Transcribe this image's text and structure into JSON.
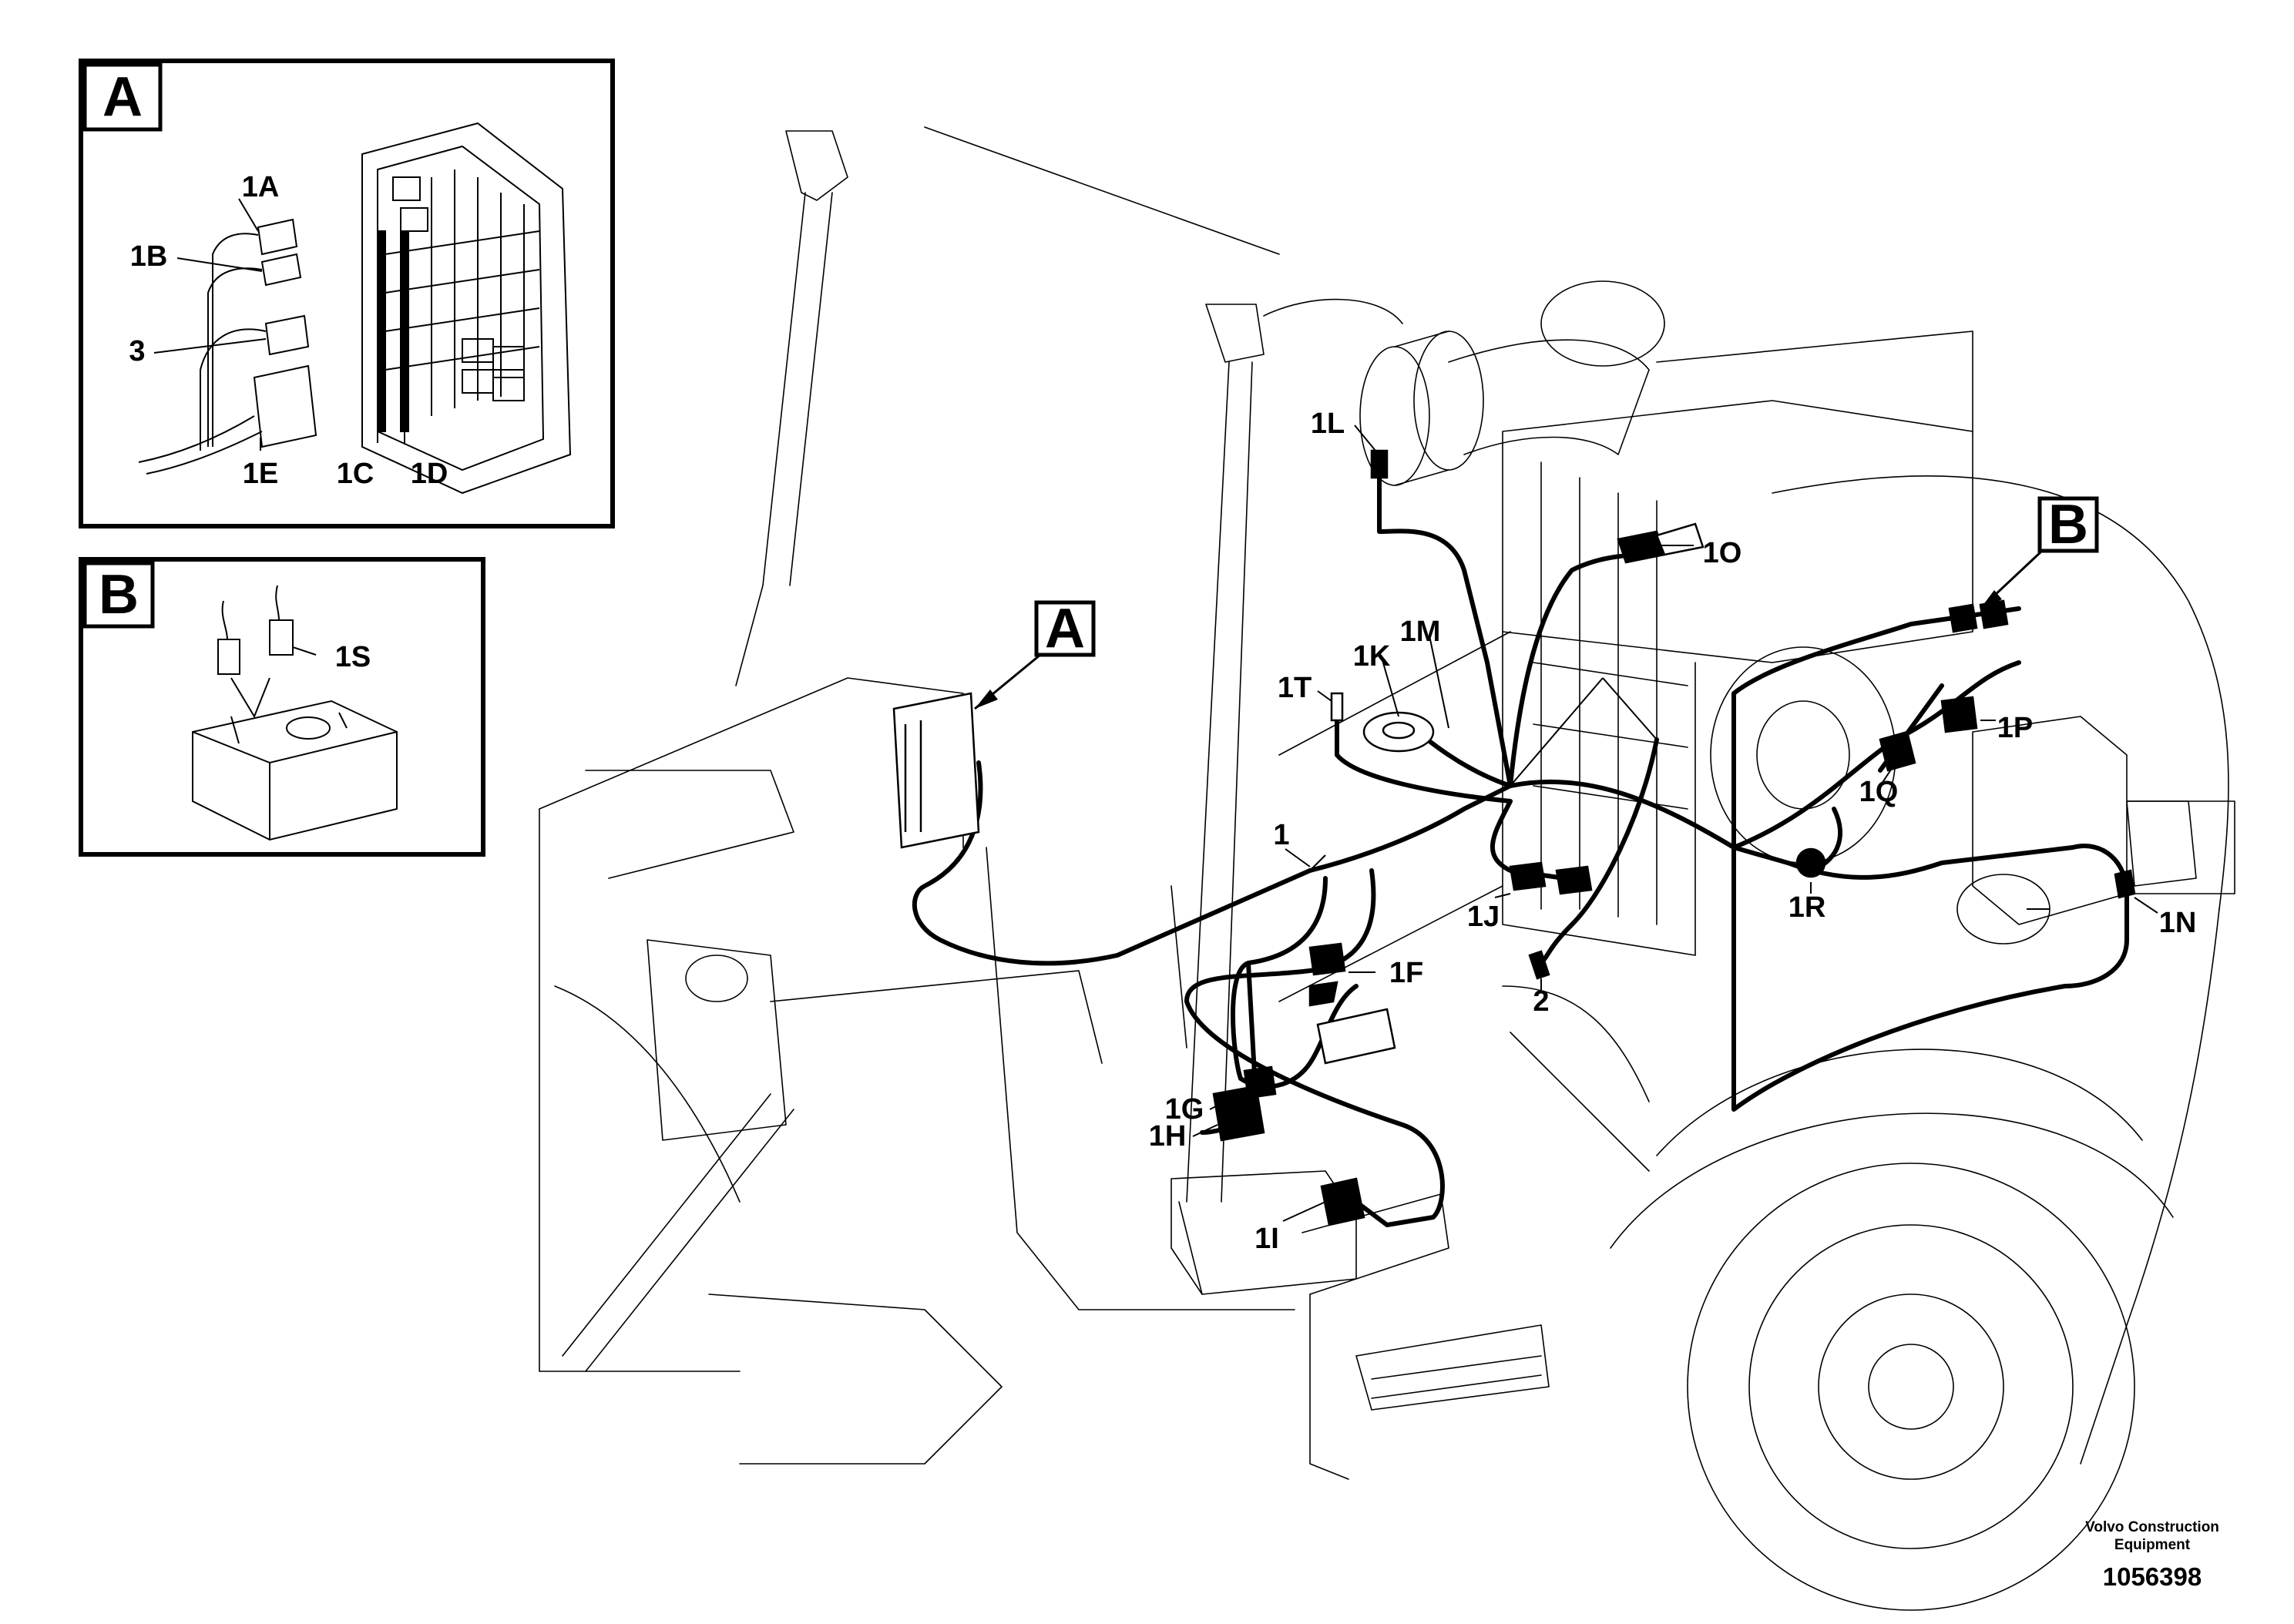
{
  "detail_views": {
    "a": {
      "letter": "A",
      "labels": [
        "1A",
        "1B",
        "3",
        "1E",
        "1C",
        "1D"
      ]
    },
    "b": {
      "letter": "B",
      "labels": [
        "1S"
      ]
    }
  },
  "callouts": {
    "a": "A",
    "b": "B"
  },
  "labels": {
    "l1": "1",
    "l1L": "1L",
    "l1O": "1O",
    "l1M": "1M",
    "l1K": "1K",
    "l1T": "1T",
    "l1P": "1P",
    "l1Q": "1Q",
    "l1R": "1R",
    "l1N": "1N",
    "l1J": "1J",
    "l2": "2",
    "l1F": "1F",
    "l1G": "1G",
    "l1H": "1H",
    "l1I": "1I"
  },
  "footer": {
    "credit_line1": "Volvo Construction",
    "credit_line2": "Equipment",
    "part_number": "1056398"
  }
}
